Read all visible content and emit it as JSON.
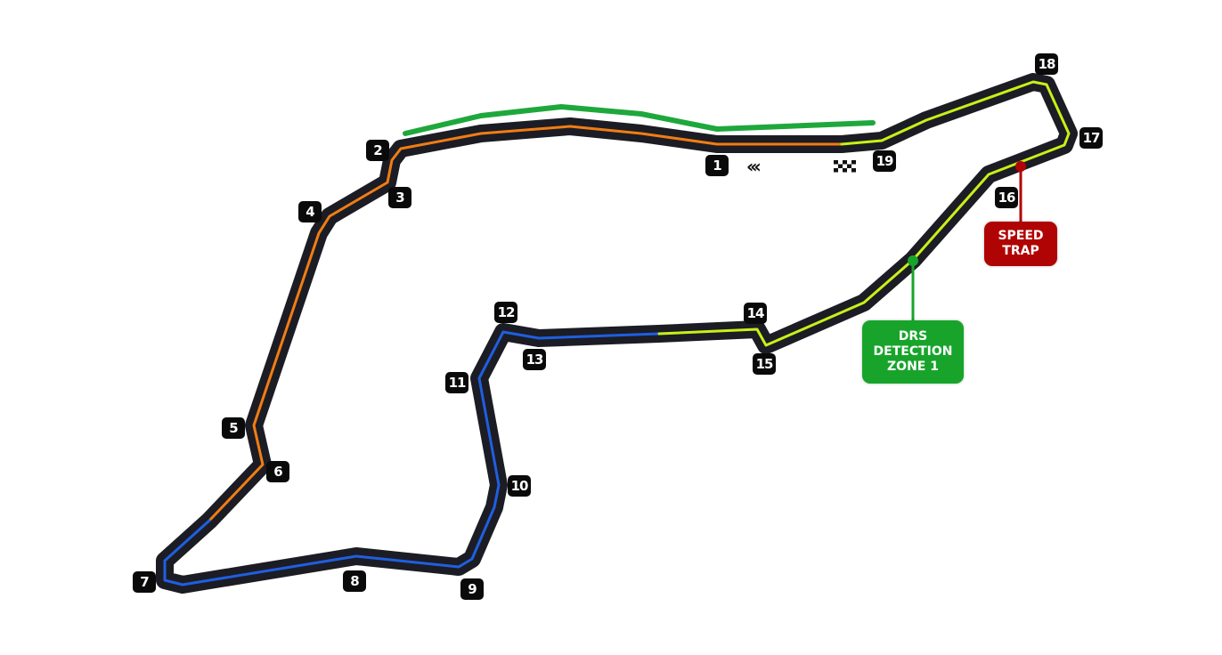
{
  "turns": [
    "1",
    "2",
    "3",
    "4",
    "5",
    "6",
    "7",
    "8",
    "9",
    "10",
    "11",
    "12",
    "13",
    "14",
    "15",
    "16",
    "17",
    "18",
    "19"
  ],
  "speed_trap": {
    "line1": "SPEED",
    "line2": "TRAP"
  },
  "drs": {
    "line1": "DRS",
    "line2": "DETECTION",
    "line3": "ZONE 1"
  },
  "icons": {
    "direction": "chevrons-left-icon",
    "finish": "checkered-flag-icon"
  },
  "colors": {
    "track": "#1c1c24",
    "sector1": "#f07d14",
    "sector2": "#1f5fe0",
    "sector3": "#c8f018",
    "drs_zone": "#1ea83c",
    "speed_trap": "#b00404",
    "drs_detection": "#18a42b"
  }
}
